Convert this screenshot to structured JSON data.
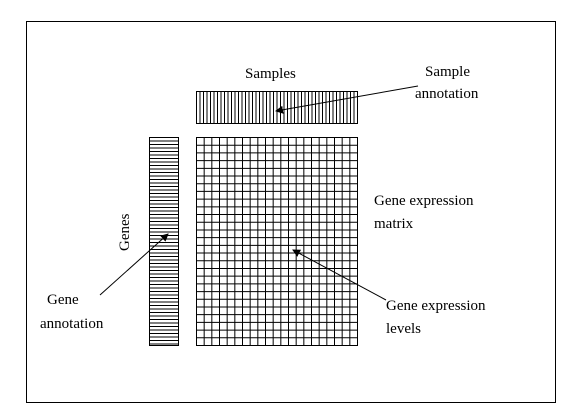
{
  "labels": {
    "samples": "Samples",
    "sample_annotation_line1": "Sample",
    "sample_annotation_line2": "annotation",
    "genes": "Genes",
    "gene_annotation_line1": "Gene",
    "gene_annotation_line2": "annotation",
    "matrix_line1": "Gene expression",
    "matrix_line2": "matrix",
    "levels_line1": "Gene expression",
    "levels_line2": "levels"
  },
  "colors": {
    "background": "#ffffff",
    "line": "#000000"
  }
}
